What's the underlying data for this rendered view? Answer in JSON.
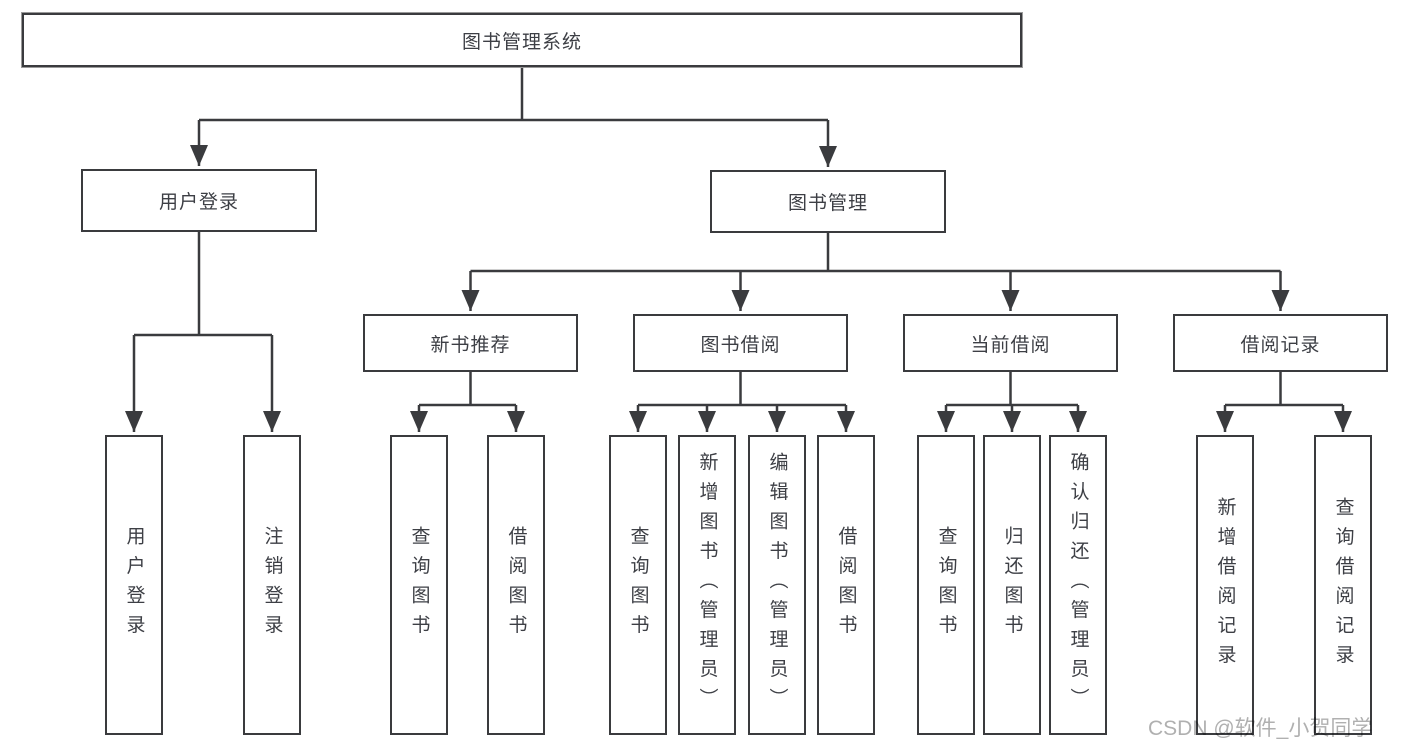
{
  "diagram": {
    "title": "图书管理系统",
    "root": {
      "label": "图书管理系统"
    },
    "level2": {
      "user_login": {
        "label": "用户登录"
      },
      "book_mgmt": {
        "label": "图书管理"
      }
    },
    "level3": {
      "new_book_rec": {
        "label": "新书推荐"
      },
      "book_borrow": {
        "label": "图书借阅"
      },
      "current_borrow": {
        "label": "当前借阅"
      },
      "borrow_records": {
        "label": "借阅记录"
      }
    },
    "leaves": {
      "user_login_leaf": {
        "label": "用户登录"
      },
      "logout": {
        "label": "注销登录"
      },
      "nb_query": {
        "label": "查询图书"
      },
      "nb_borrow": {
        "label": "借阅图书"
      },
      "bb_query": {
        "label": "查询图书"
      },
      "bb_add": {
        "label": "新增图书（管理员）"
      },
      "bb_edit": {
        "label": "编辑图书（管理员）"
      },
      "bb_borrow": {
        "label": "借阅图书"
      },
      "cb_query": {
        "label": "查询图书"
      },
      "cb_return": {
        "label": "归还图书"
      },
      "cb_confirm": {
        "label": "确认归还（管理员）"
      },
      "br_add": {
        "label": "新增借阅记录"
      },
      "br_query": {
        "label": "查询借阅记录"
      }
    },
    "colors": {
      "line": "#3a3b3e",
      "text": "#3d3f45",
      "watermark": "#b0b0b0"
    }
  },
  "watermark": {
    "text": "CSDN @软件_小贺同学"
  }
}
